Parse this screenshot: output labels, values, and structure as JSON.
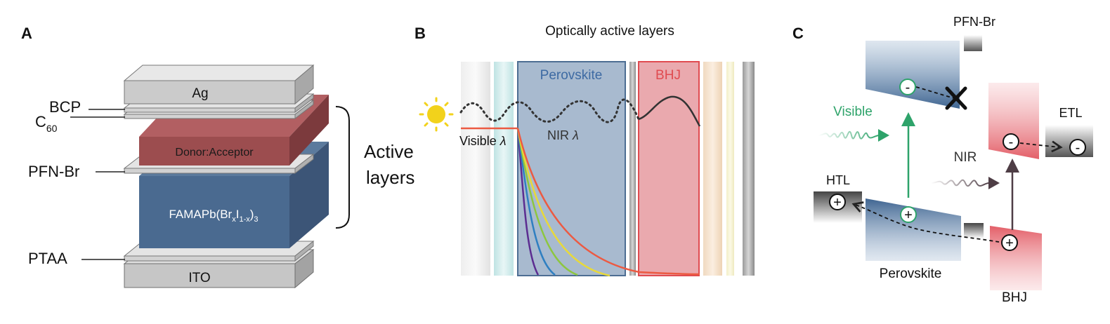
{
  "colors": {
    "perovskite": "#4d6e93",
    "bhj": "#e06f78",
    "bhj_edge": "#e04b50",
    "donor_acceptor": "#9c4d4f",
    "visible_green": "#2ea36a",
    "nir_dark": "#4e3d45",
    "perovskite_label": "#3d6aa3"
  },
  "panel_a": {
    "letter": "A",
    "layers": {
      "ag": "Ag",
      "donor_acceptor": "Donor:Acceptor",
      "ito": "ITO"
    },
    "perovskite_formula": {
      "base": "FAMAPb(Br",
      "x": "x",
      "i": "I",
      "sub": "1-x",
      "close": ")",
      "three": "3"
    },
    "labels": {
      "bcp": "BCP",
      "c60": "C",
      "c60_sub": "60",
      "pfn_br": "PFN-Br",
      "ptaa": "PTAA"
    },
    "active_line1": "Active",
    "active_line2": "layers"
  },
  "panel_b": {
    "letter": "B",
    "title": "Optically active layers",
    "perovskite": "Perovskite",
    "bhj": "BHJ",
    "visible": "Visible",
    "nir": "NIR",
    "lambda": "λ"
  },
  "panel_c": {
    "letter": "C",
    "pfn_br": "PFN-Br",
    "visible": "Visible",
    "nir": "NIR",
    "htl": "HTL",
    "etl": "ETL",
    "perovskite": "Perovskite",
    "bhj": "BHJ",
    "minus": "-",
    "plus": "+"
  }
}
